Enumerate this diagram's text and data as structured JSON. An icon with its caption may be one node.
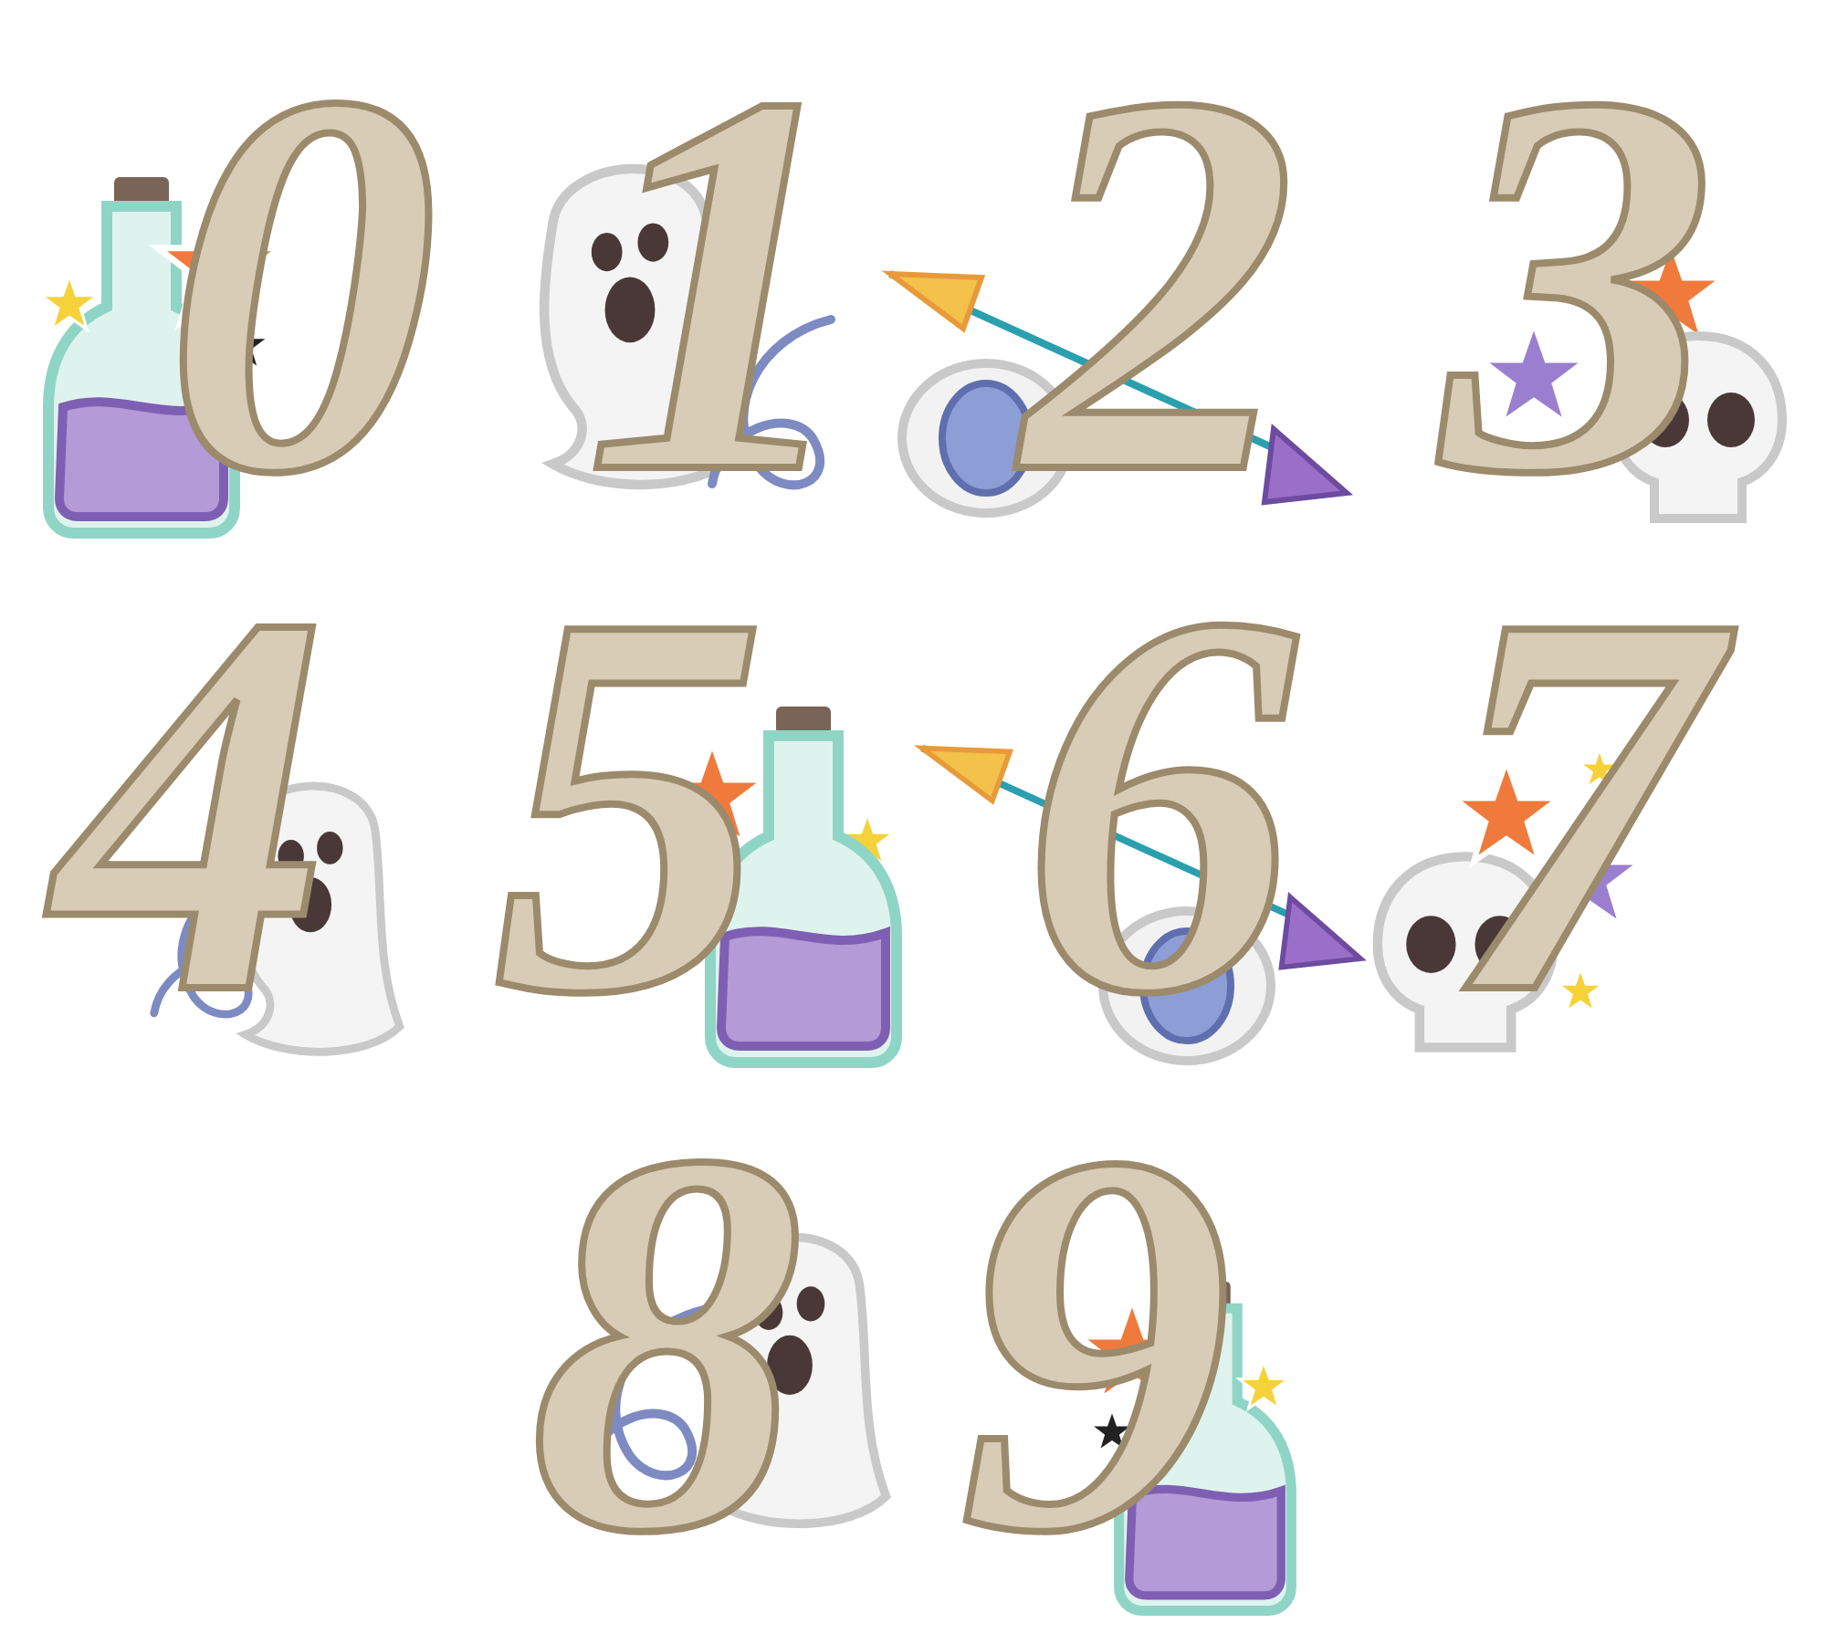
{
  "diagram": {
    "labels": [
      "0",
      "1",
      "2",
      "3",
      "4",
      "5",
      "6",
      "7",
      "8",
      "9"
    ]
  }
}
